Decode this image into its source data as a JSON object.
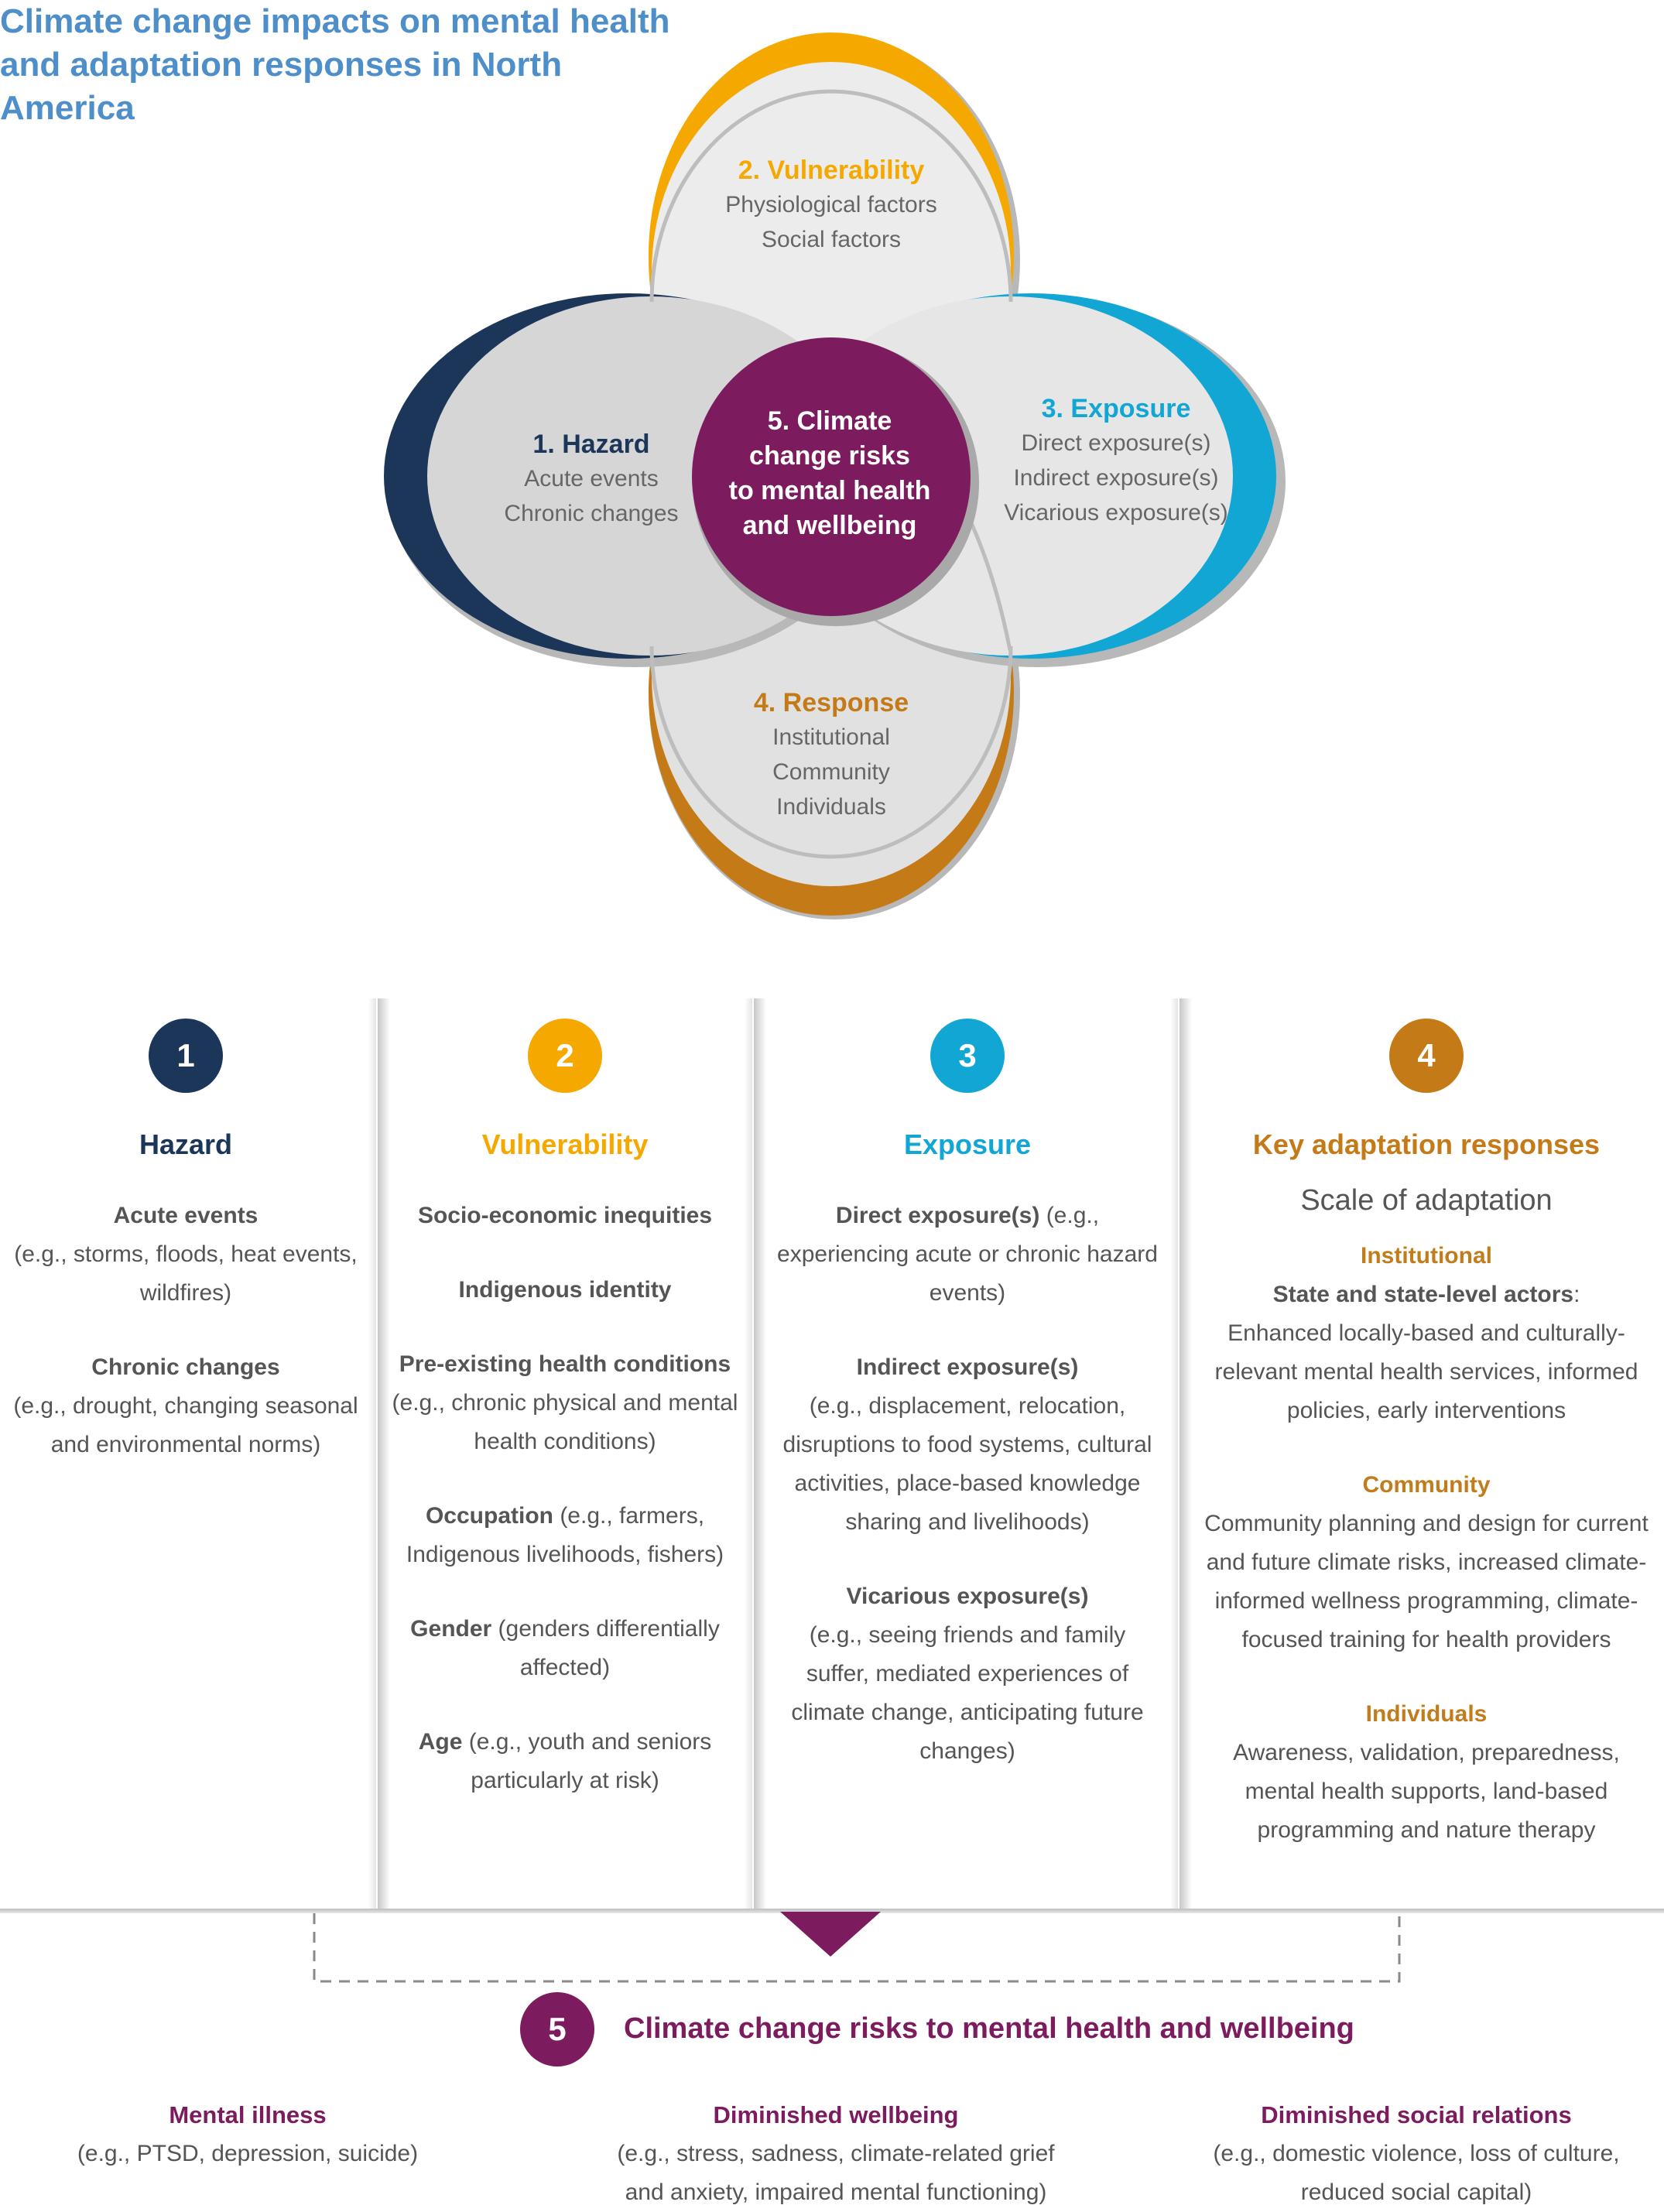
{
  "title": {
    "line1": "Climate change impacts on mental health",
    "line2": "and adaptation responses in North America"
  },
  "colors": {
    "hazard": "#1b3658",
    "vulnerability": "#f5a800",
    "exposure": "#12a6d4",
    "response": "#c57a18",
    "risks": "#7d1b5f",
    "title": "#4e8fc9"
  },
  "venn": {
    "vulnerability": {
      "heading": "2. Vulnerability",
      "items": [
        "Physiological factors",
        "Social factors"
      ]
    },
    "hazard": {
      "heading": "1. Hazard",
      "items": [
        "Acute events",
        "Chronic changes"
      ]
    },
    "exposure": {
      "heading": "3. Exposure",
      "items": [
        "Direct exposure(s)",
        "Indirect exposure(s)",
        "Vicarious exposure(s)"
      ]
    },
    "response": {
      "heading": "4. Response",
      "items": [
        "Institutional",
        "Community",
        "Individuals"
      ]
    },
    "center": {
      "lines": [
        "5. Climate",
        "change risks",
        "to mental health",
        "and wellbeing"
      ]
    }
  },
  "columns": {
    "hazard": {
      "number": "1",
      "heading": "Hazard",
      "items": [
        {
          "label": "Acute events",
          "detail": "(e.g., storms, floods, heat events, wildfires)"
        },
        {
          "label": "Chronic changes",
          "detail": "(e.g., drought, changing seasonal and environmental norms)"
        }
      ]
    },
    "vulnerability": {
      "number": "2",
      "heading": "Vulnerability",
      "items": [
        {
          "label": "Socio-economic inequities",
          "detail": ""
        },
        {
          "label": "Indigenous identity",
          "detail": ""
        },
        {
          "label": "Pre-existing health conditions",
          "detail": "(e.g., chronic physical and mental health conditions)"
        },
        {
          "label": "Occupation",
          "detail": " (e.g., farmers, Indigenous livelihoods, fishers)"
        },
        {
          "label": "Gender",
          "detail": " (genders differentially affected)"
        },
        {
          "label": "Age",
          "detail": " (e.g., youth and seniors particularly at risk)"
        }
      ]
    },
    "exposure": {
      "number": "3",
      "heading": "Exposure",
      "items": [
        {
          "label": "Direct exposure(s)",
          "detail": " (e.g., experiencing acute or chronic hazard events)"
        },
        {
          "label": "Indirect exposure(s)",
          "detail": "(e.g., displacement, relocation, disruptions to food systems, cultural activities, place-based knowledge sharing and livelihoods)"
        },
        {
          "label": "Vicarious exposure(s)",
          "detail": "(e.g., seeing friends and family suffer, mediated experiences of climate change, anticipating future changes)"
        }
      ]
    },
    "response": {
      "number": "4",
      "heading": "Key adaptation responses",
      "subheading": "Scale of adaptation",
      "levels": [
        {
          "level": "Institutional",
          "label": "State and state-level actors",
          "label_suffix": ":",
          "detail": "Enhanced locally-based and culturally-relevant mental health services, informed policies, early interventions"
        },
        {
          "level": "Community",
          "label": "",
          "label_suffix": "",
          "detail": "Community planning and design for current and future climate risks, increased climate-informed wellness programming, climate-focused training for health providers"
        },
        {
          "level": "Individuals",
          "label": "",
          "label_suffix": "",
          "detail": "Awareness, validation, preparedness, mental health supports, land-based programming and nature therapy"
        }
      ]
    }
  },
  "outcomes": {
    "number": "5",
    "heading": "Climate change risks to mental health and wellbeing",
    "items": [
      {
        "label": "Mental illness",
        "detail": "(e.g., PTSD, depression, suicide)"
      },
      {
        "label": "Diminished wellbeing",
        "detail": "(e.g., stress, sadness, climate-related grief and anxiety, impaired mental functioning)"
      },
      {
        "label": "Diminished social relations",
        "detail": "(e.g., domestic violence, loss of culture, reduced social capital)"
      }
    ]
  }
}
